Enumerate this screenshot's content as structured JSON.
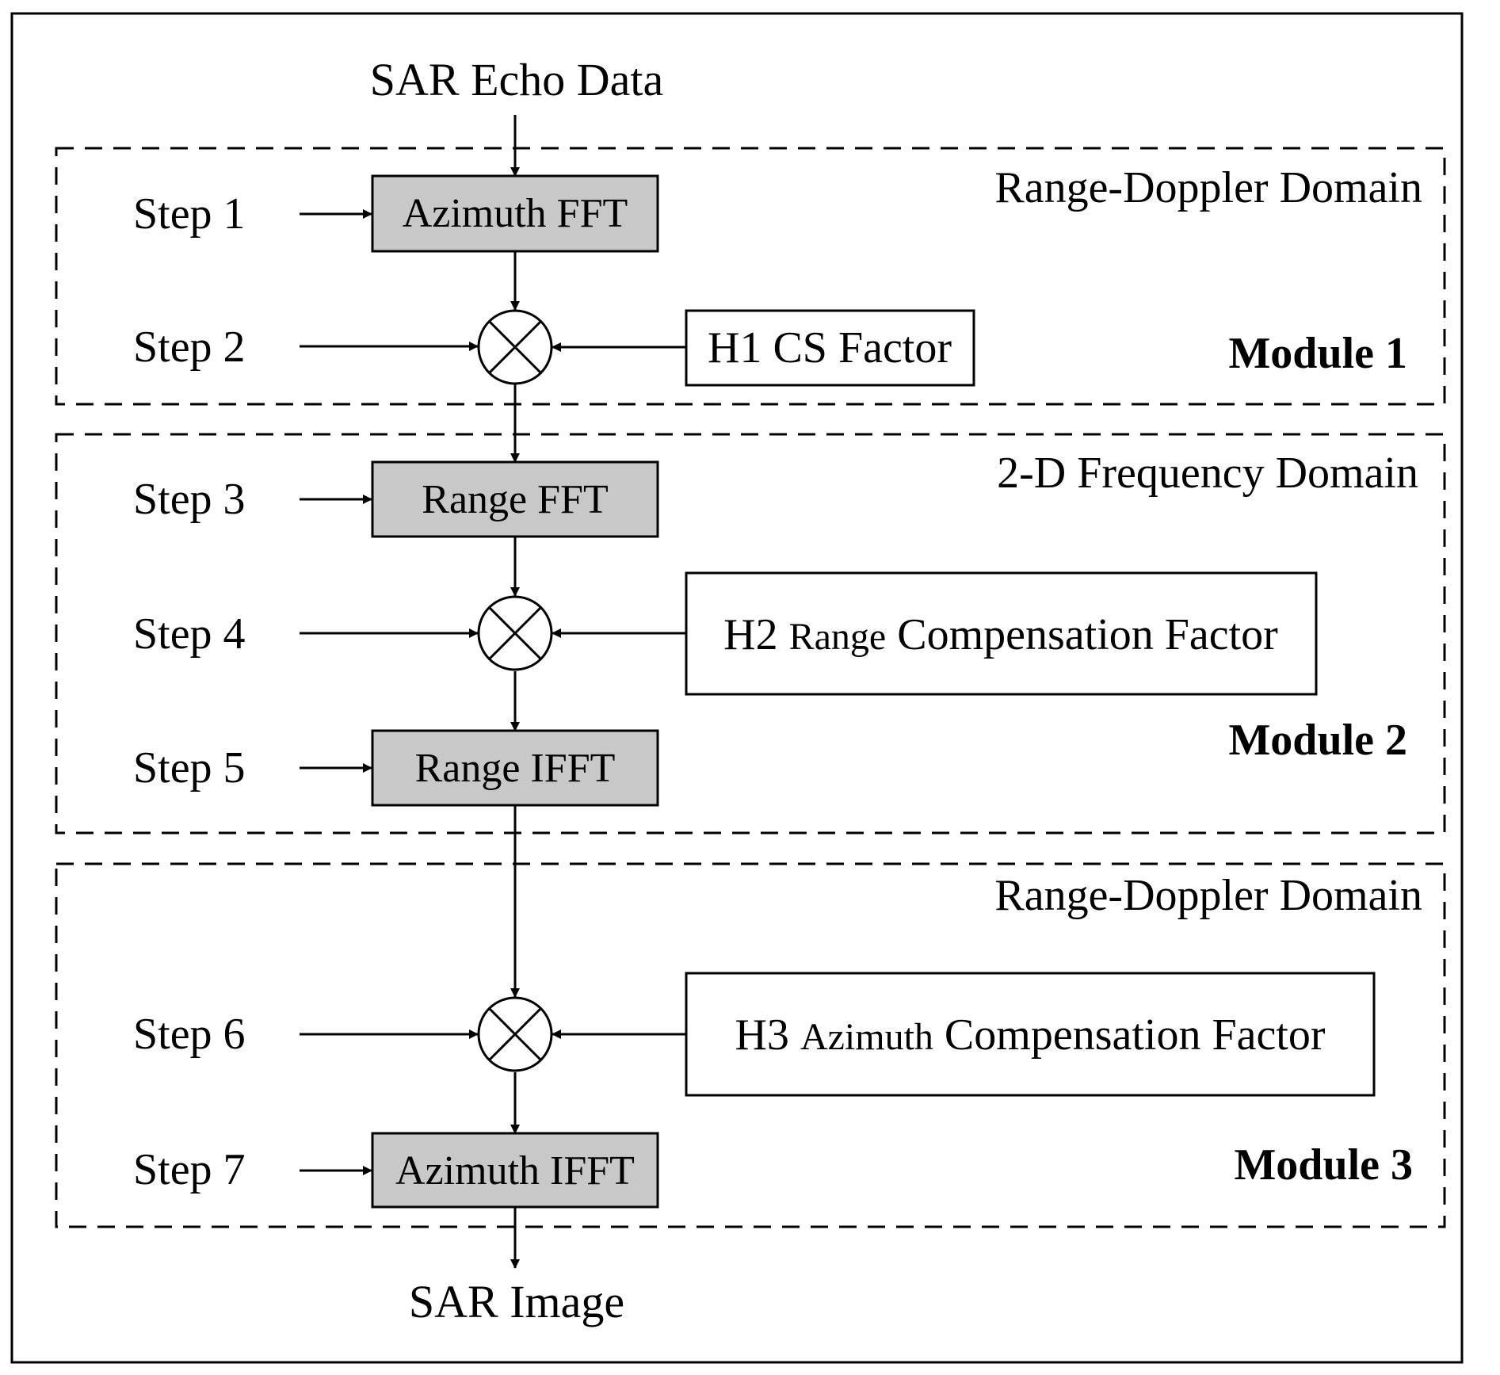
{
  "input_label": "SAR Echo Data",
  "output_label": "SAR Image",
  "modules": [
    {
      "name": "Module 1",
      "domain": "Range-Doppler Domain"
    },
    {
      "name": "Module 2",
      "domain": "2-D Frequency Domain"
    },
    {
      "name": "Module 3",
      "domain": "Range-Doppler Domain"
    }
  ],
  "steps": [
    "Step 1",
    "Step 2",
    "Step 3",
    "Step 4",
    "Step 5",
    "Step 6",
    "Step 7"
  ],
  "processing_blocks": {
    "azimuth_fft": "Azimuth FFT",
    "range_fft": "Range FFT",
    "range_ifft": "Range IFFT",
    "azimuth_ifft": "Azimuth IFFT"
  },
  "factors": {
    "h1": "H1 CS Factor",
    "h2_prefix": "H2",
    "h2_mid": "Range",
    "h2_rest": "Compensation Factor",
    "h3_prefix": "H3",
    "h3_mid": "Azimuth",
    "h3_rest": "Compensation Factor"
  },
  "colors": {
    "block_fill": "#c8c8c8",
    "line": "#000000"
  }
}
